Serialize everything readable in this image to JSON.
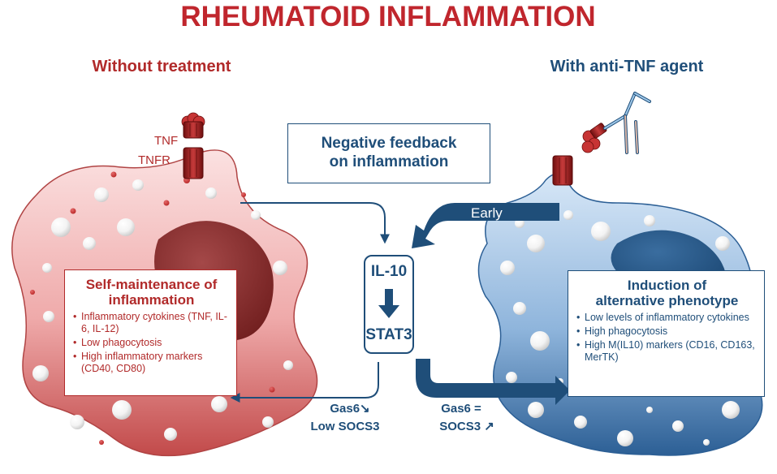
{
  "title": "RHEUMATOID INFLAMMATION",
  "left_panel": {
    "heading": "Without treatment",
    "tnf_label": "TNF",
    "tnfr_label": "TNFR",
    "box_title_line1": "Self-maintenance of",
    "box_title_line2": "inflammation",
    "bullets": [
      "Inflammatory cytokines (TNF, IL-6, IL-12)",
      "Low phagocytosis",
      "High inflammatory markers (CD40, CD80)"
    ]
  },
  "right_panel": {
    "heading": "With anti-TNF agent",
    "box_title_line1": "Induction of",
    "box_title_line2": "alternative phenotype",
    "bullets": [
      "Low levels of inflammatory cytokines",
      "High phagocytosis",
      "High M(IL10) markers (CD16, CD163, MerTK)"
    ]
  },
  "center": {
    "feedback_line1": "Negative feedback",
    "feedback_line2": "on inflammation",
    "il10": "IL-10",
    "stat3": "STAT3",
    "early": "Early",
    "left_out_line1": "Gas6↘",
    "left_out_line2": "Low SOCS3",
    "right_out_line1": "Gas6 =",
    "right_out_line2": "SOCS3 ↗"
  },
  "colors": {
    "red": "#b12a2a",
    "blue": "#1f4e79",
    "cell_red": "#f2b4b4",
    "cell_blue": "#8fb5dc"
  }
}
